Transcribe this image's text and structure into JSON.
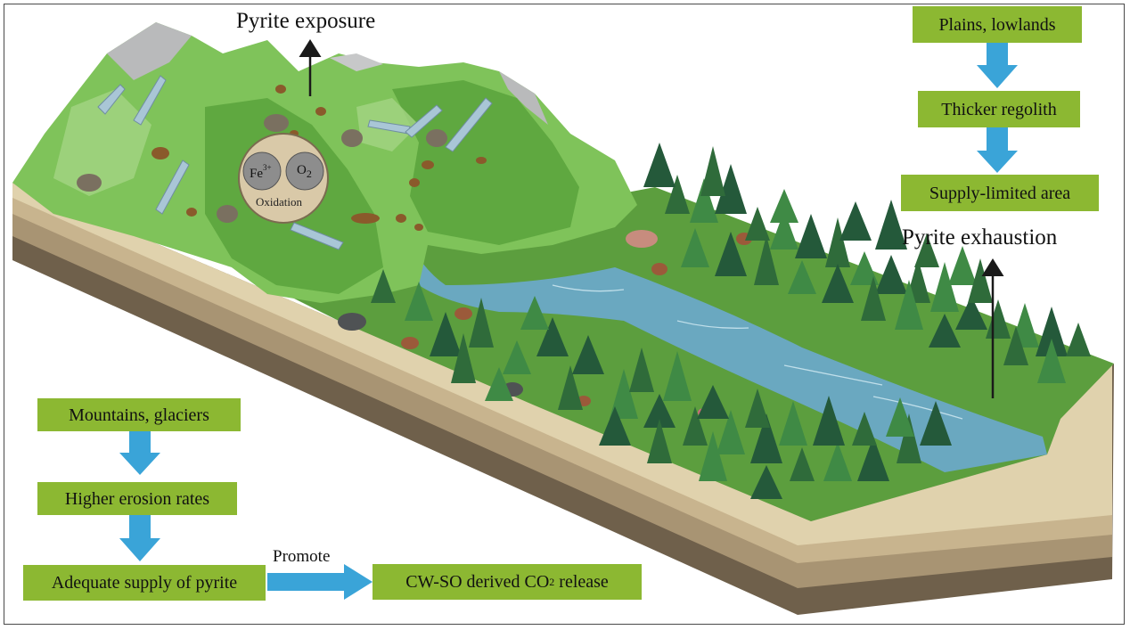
{
  "labels": {
    "pyrite_exposure": "Pyrite exposure",
    "pyrite_exhaustion": "Pyrite exhaustion",
    "promote": "Promote",
    "oxidation": "Oxidation",
    "fe": "Fe",
    "fe_charge": "3+",
    "o": "O",
    "o_sub": "2"
  },
  "left_flow": [
    {
      "text": "Mountains, glaciers"
    },
    {
      "text": "Higher erosion rates"
    },
    {
      "text": "Adequate supply of pyrite"
    }
  ],
  "right_flow": [
    {
      "text": "Plains, lowlands"
    },
    {
      "text": "Thicker regolith"
    },
    {
      "text": "Supply-limited area"
    }
  ],
  "release_box": {
    "pre": "CW-SO derived CO",
    "sub": "2",
    "post": " release"
  },
  "colors": {
    "box_green": "#8cb832",
    "arrow_blue": "#3aa4d8",
    "river": "#6aa8c0",
    "forest_ground": "#5c9e3e",
    "mountain_green": "#7fc35a",
    "soil_top": "#e2d4b0",
    "soil_mid": "#c8b48e",
    "soil_dark": "#7d6d55"
  }
}
